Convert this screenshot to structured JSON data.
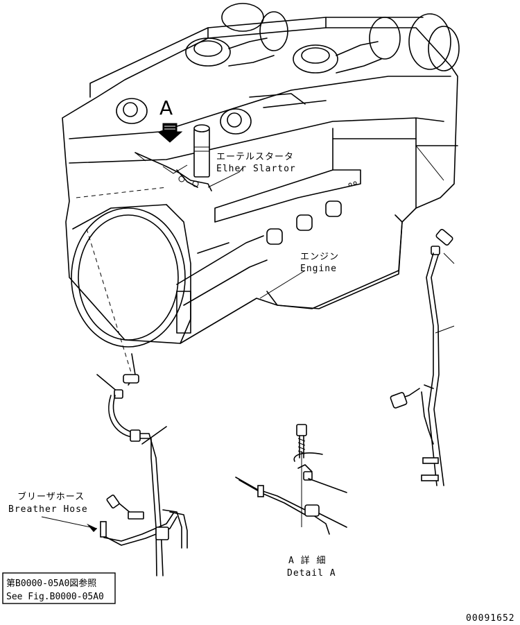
{
  "labels": {
    "view_marker": "A",
    "ether_starter_jp": "エーテルスタータ",
    "ether_starter_en": "Elher Slartor",
    "engine_jp": "エンジン",
    "engine_en": "Engine",
    "breather_hose_jp": "ブリーザホース",
    "breather_hose_en": "Breather Hose",
    "detail_jp": "A 詳 細",
    "detail_en": "Detail A"
  },
  "reference_box": {
    "line1": "第B0000-05A0図参照",
    "line2": "See Fig.B0000-05A0"
  },
  "drawing_number": "00091652"
}
